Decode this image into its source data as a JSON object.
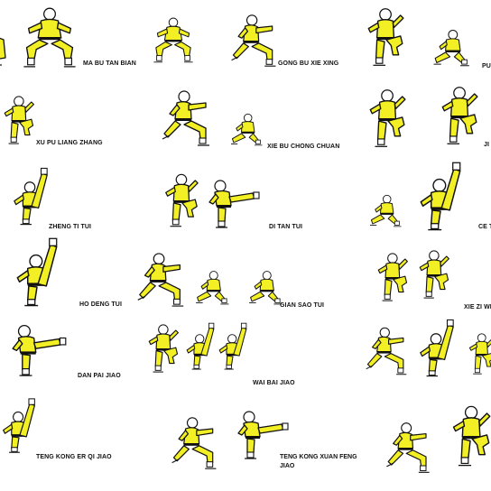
{
  "colors": {
    "uniform": "#f2ef24",
    "outline": "#111111",
    "background": "#ffffff"
  },
  "poses": [
    {
      "label": "MA BU TAN BIAN"
    },
    {
      "label": "GONG BU XIE XING"
    },
    {
      "label": "PU"
    },
    {
      "label": "XU PU LIANG ZHANG"
    },
    {
      "label": "XIE BU CHONG CHUAN"
    },
    {
      "label": "JI"
    },
    {
      "label": "ZHENG TI TUI"
    },
    {
      "label": "DI TAN TUI"
    },
    {
      "label": "CE T"
    },
    {
      "label": "HO DENG TUI"
    },
    {
      "label": "GIAN SAO TUI"
    },
    {
      "label": "XIE ZI WI"
    },
    {
      "label": "DAN PAI JIAO"
    },
    {
      "label": "WAI BAI JIAO"
    },
    {
      "label": "TENG KONG ER QI JIAO"
    },
    {
      "label": "TENG KONG XUAN FENG JIAO"
    }
  ]
}
